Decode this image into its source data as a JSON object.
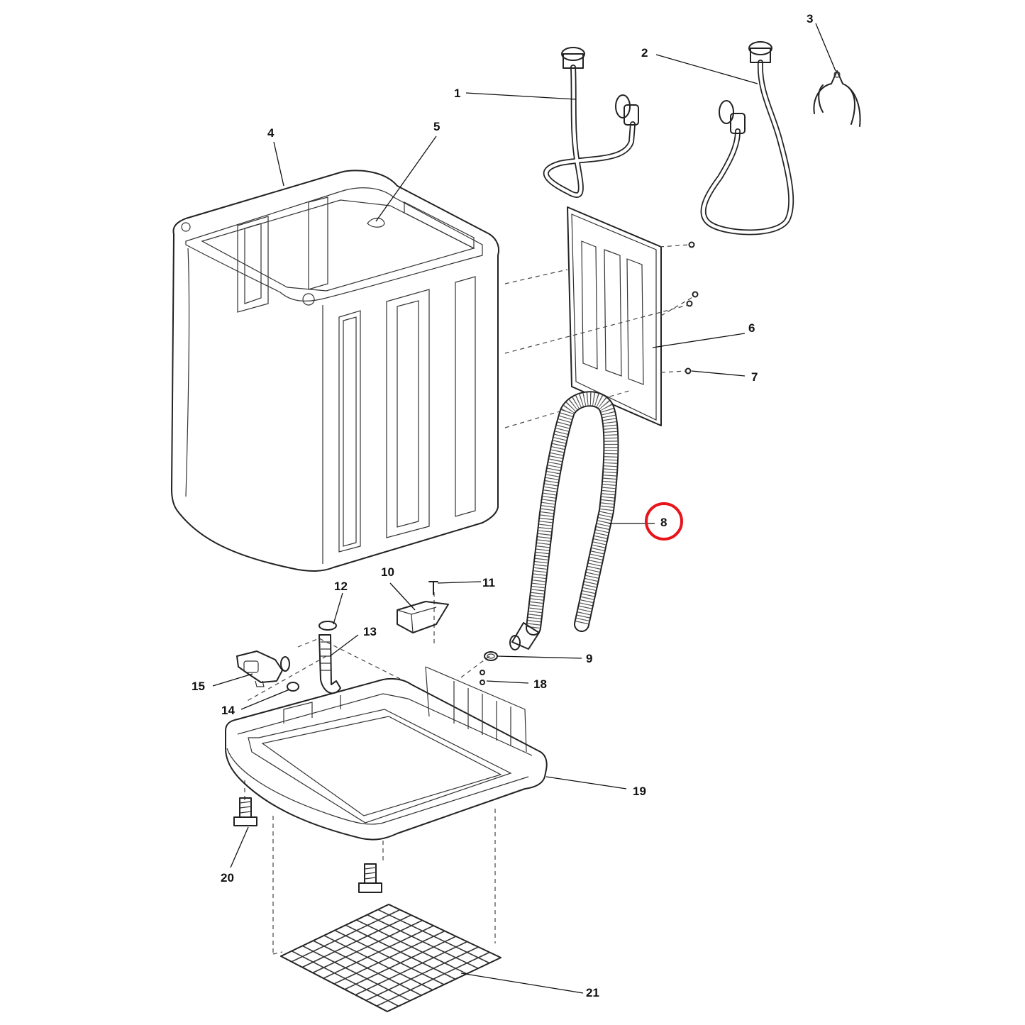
{
  "diagram": {
    "part_numbers": [
      "1",
      "2",
      "3",
      "4",
      "5",
      "6",
      "7",
      "8",
      "9",
      "10",
      "11",
      "12",
      "13",
      "14",
      "15",
      "18",
      "19",
      "20",
      "21"
    ],
    "highlighted_part": "8",
    "highlight_color": "#e8141a"
  }
}
